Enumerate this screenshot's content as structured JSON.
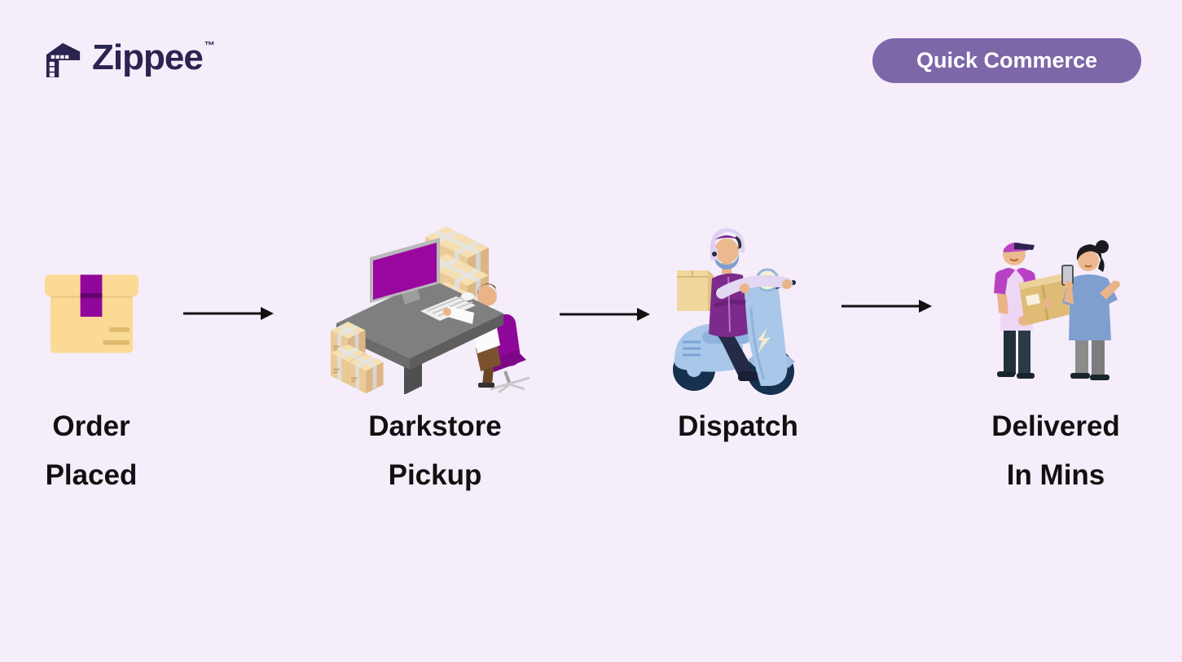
{
  "page": {
    "background_color": "#f5edfa",
    "text_color": "#101010"
  },
  "header": {
    "logo": {
      "name": "Zippee",
      "trademark": "™",
      "icon": "warehouse-logo-icon",
      "color": "#2b2350"
    },
    "badge": {
      "label": "Quick Commerce",
      "background_color": "#7c67a9",
      "text_color": "#ffffff"
    }
  },
  "flow": {
    "arrow_color": "#111111",
    "arrow_count": 3,
    "steps": [
      {
        "id": "order-placed",
        "line1": "Order",
        "line2": "Placed",
        "illustration": "package-box-with-purple-tape"
      },
      {
        "id": "darkstore-pickup",
        "line1": "Darkstore",
        "line2": "Pickup",
        "illustration": "worker-at-computer-desk-with-carton-stacks"
      },
      {
        "id": "dispatch",
        "line1": "Dispatch",
        "line2": "",
        "illustration": "delivery-rider-on-blue-scooter"
      },
      {
        "id": "delivered",
        "line1": "Delivered",
        "line2": "In Mins",
        "illustration": "courier-handing-package-to-customer-with-phone"
      }
    ]
  },
  "colors": {
    "brand_navy": "#2b2350",
    "badge_purple": "#7c67a9",
    "accent_magenta": "#90079b",
    "carton_tan": "#ecca96",
    "scooter_blue": "#a9c7e9"
  }
}
